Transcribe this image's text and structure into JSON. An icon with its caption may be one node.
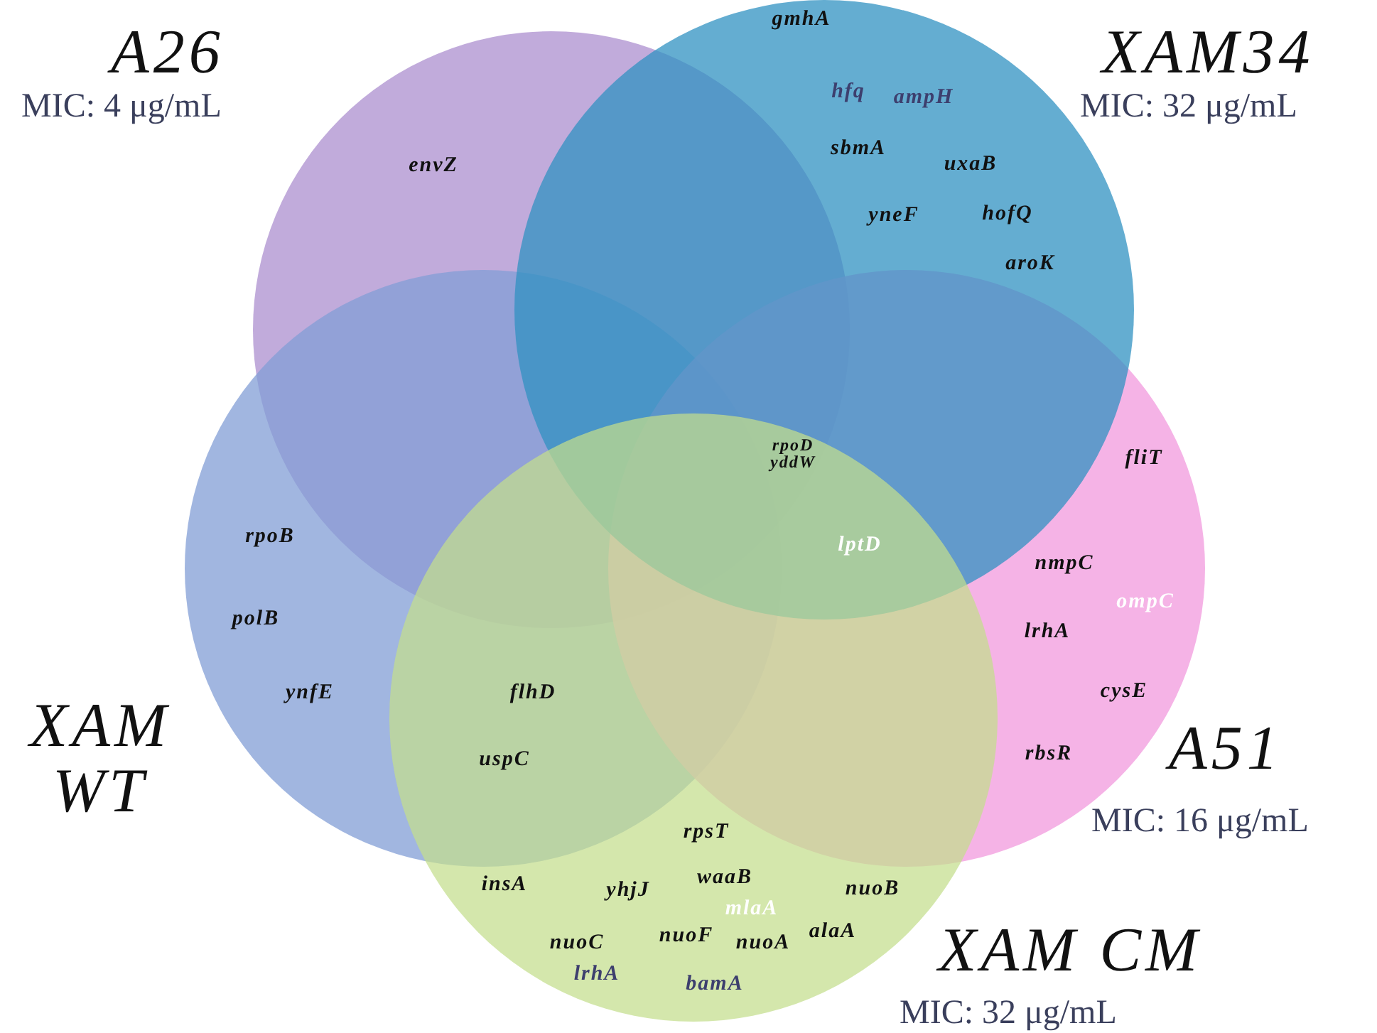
{
  "diagram": {
    "nodes": [
      {
        "text": [
          "A26",
          "MIC: 4 μg/mL"
        ]
      },
      {
        "text": [
          "XAM34",
          "MIC: 32 μg/mL"
        ]
      },
      {
        "text": [
          "XAM WT"
        ]
      },
      {
        "text": [
          "A51",
          "MIC: 16 μg/mL"
        ]
      },
      {
        "text": [
          "XAM CM",
          "MIC: 32 μg/mL"
        ]
      }
    ],
    "labels": [
      "gmhA",
      "hfq",
      "ampH",
      "envZ",
      "sbmA",
      "uxaB",
      "yneF",
      "hofQ",
      "aroK",
      "rpoD",
      "yddW",
      "fliT",
      "rpoB",
      "lptD",
      "nmpC",
      "ompC",
      "polB",
      "lrhA",
      "ynfE",
      "flhD",
      "cysE",
      "uspC",
      "rbsR",
      "rpsT",
      "insA",
      "yhjJ",
      "waaB",
      "nuoB",
      "mlaA",
      "alaA",
      "nuoC",
      "nuoF",
      "nuoA",
      "lrhA",
      "bamA"
    ]
  }
}
